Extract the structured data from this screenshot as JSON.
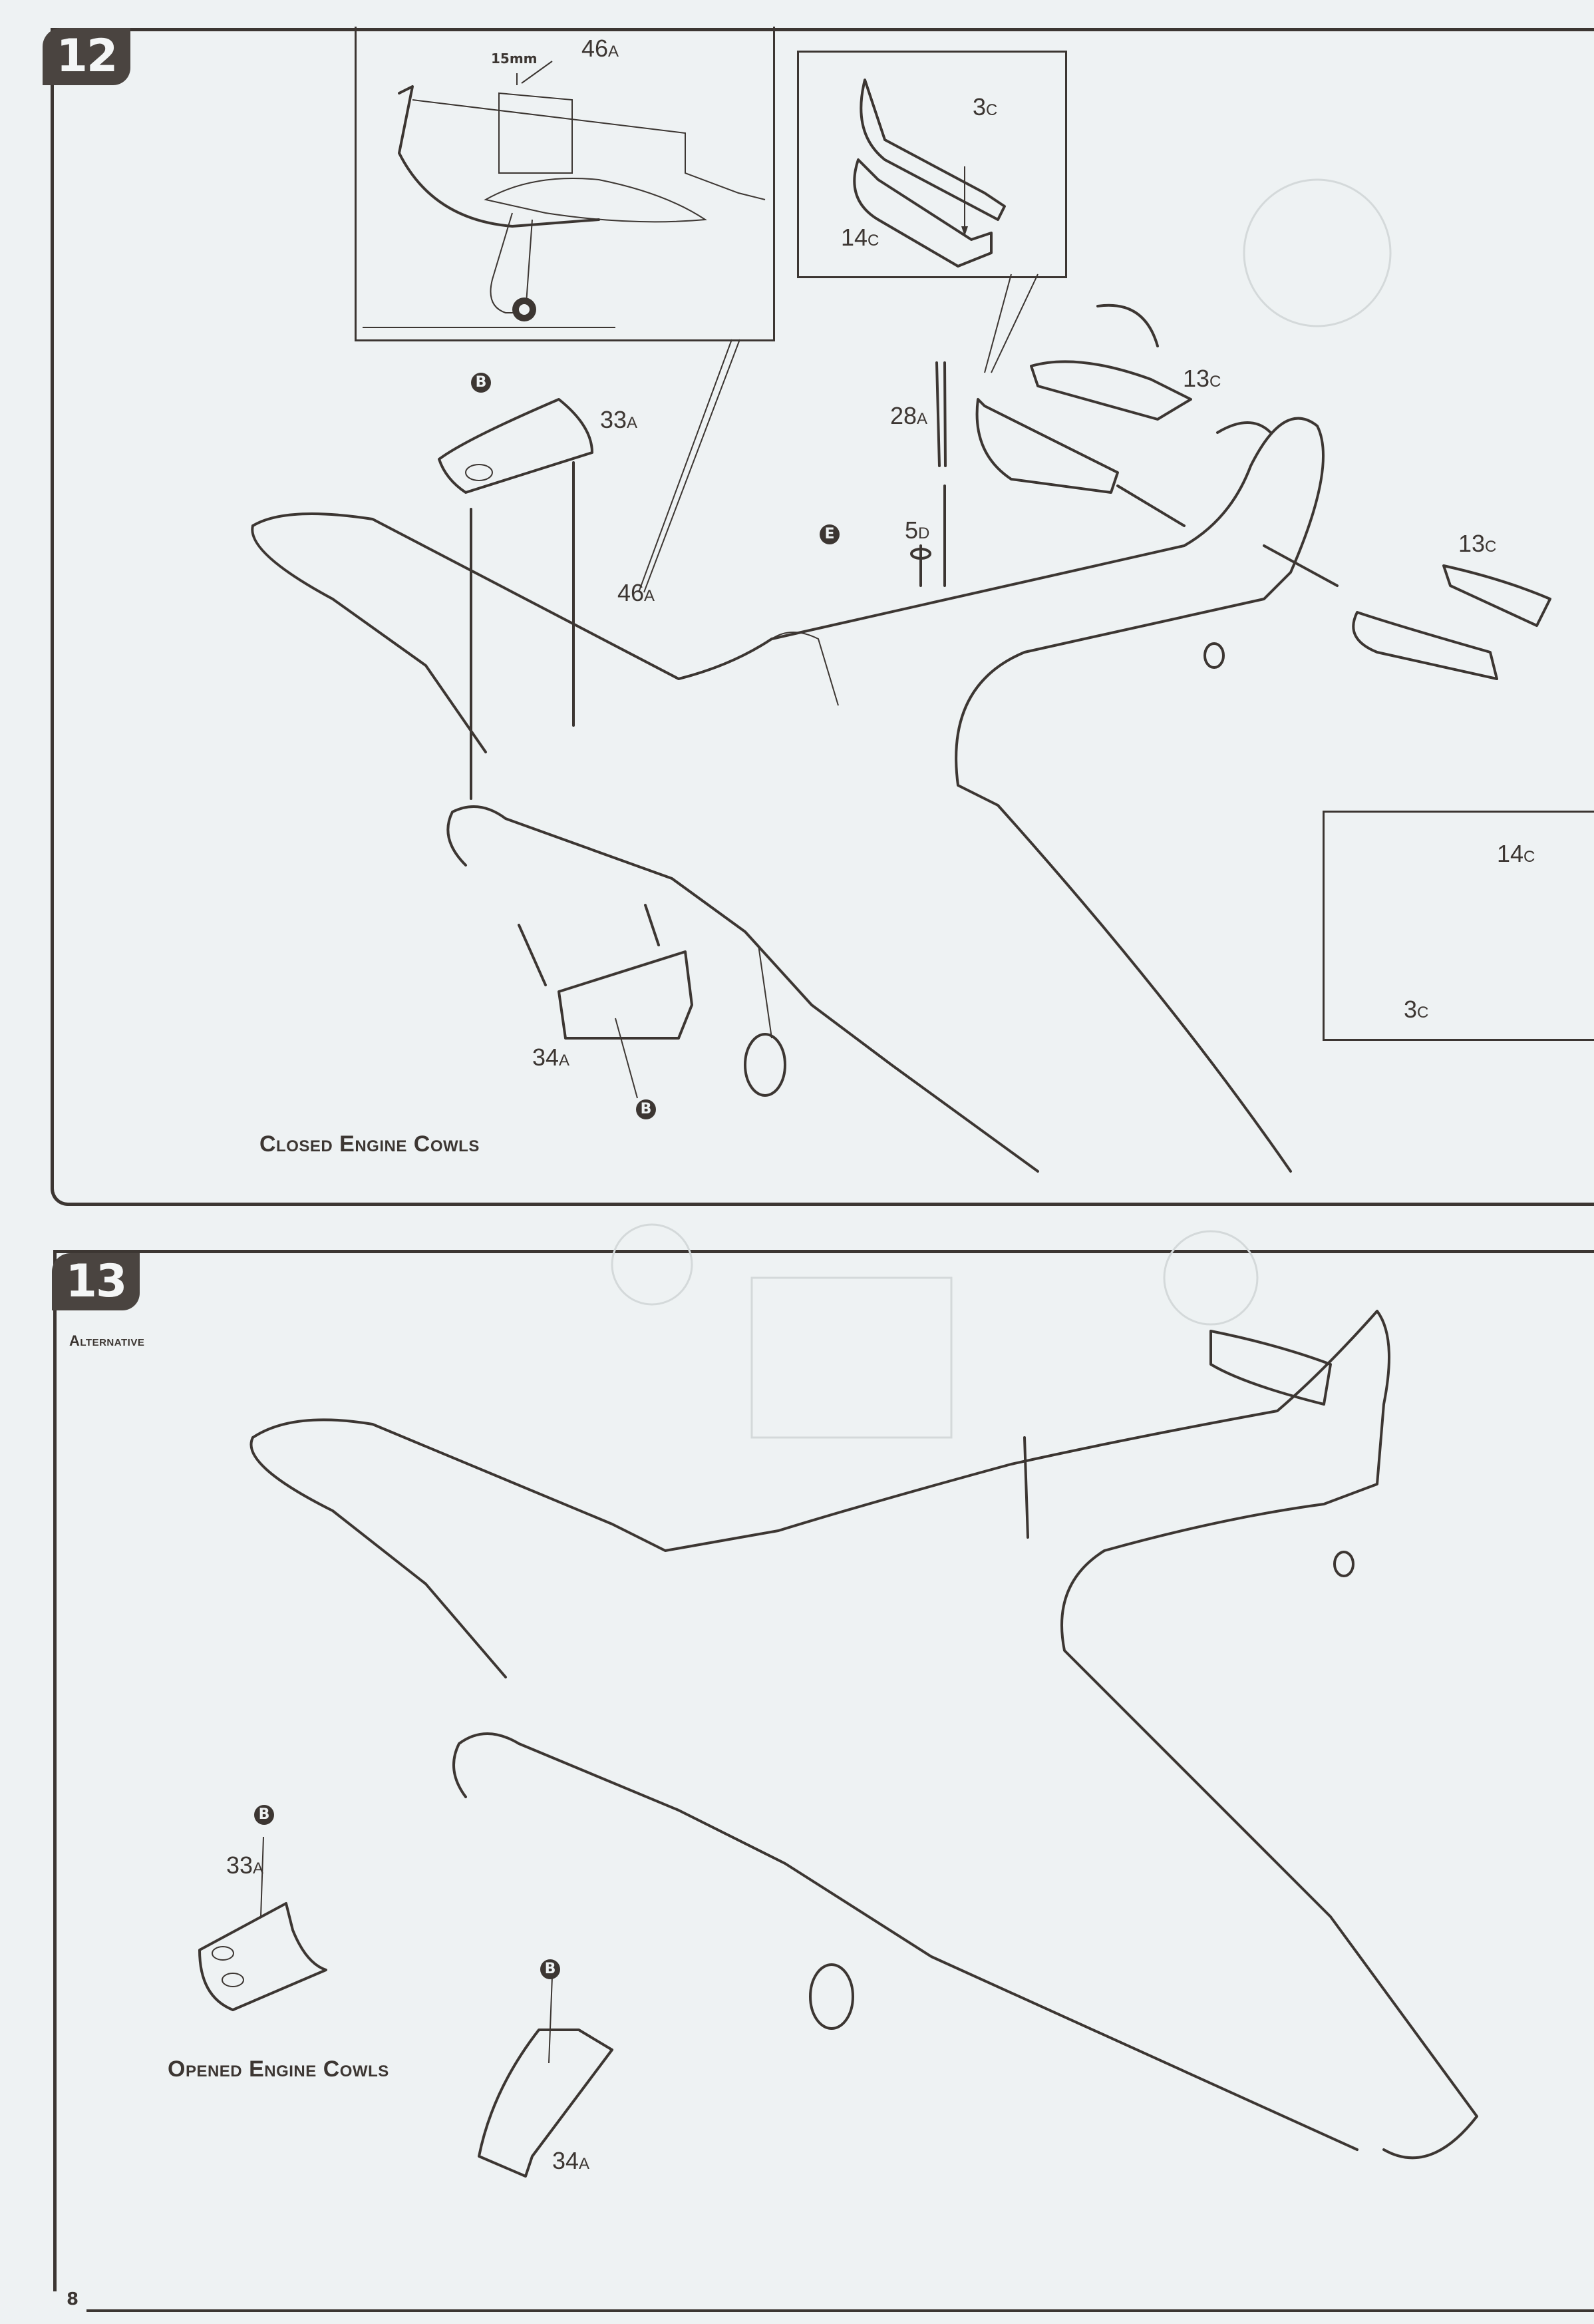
{
  "page": {
    "number": "8"
  },
  "step12": {
    "number": "12",
    "note": "Closed Engine Cowls",
    "closeup": {
      "measure": "15mm",
      "part": "46",
      "suffix": "A"
    },
    "parts": [
      {
        "id": "33",
        "suffix": "A"
      },
      {
        "id": "46",
        "suffix": "A"
      },
      {
        "id": "34",
        "suffix": "A"
      },
      {
        "id": "28",
        "suffix": "A"
      },
      {
        "id": "5",
        "suffix": "D"
      },
      {
        "id": "13",
        "suffix": "C"
      },
      {
        "id": "13",
        "suffix": "C"
      }
    ],
    "elevator_top": {
      "upper": {
        "id": "3",
        "suffix": "C"
      },
      "lower": {
        "id": "14",
        "suffix": "C"
      }
    },
    "elevator_low": {
      "upper": {
        "id": "14",
        "suffix": "C"
      },
      "lower": {
        "id": "3",
        "suffix": "C"
      }
    },
    "markers": {
      "cowl_top": "B",
      "cowl_bottom": "B",
      "aerial": "E"
    }
  },
  "step13": {
    "number": "13",
    "heading": "Alternative",
    "note": "Opened Engine Cowls",
    "parts": [
      {
        "id": "33",
        "suffix": "A"
      },
      {
        "id": "34",
        "suffix": "A"
      }
    ],
    "markers": {
      "cowl_top": "B",
      "cowl_bottom": "B"
    }
  },
  "colors": {
    "ink": "#3c3632",
    "paper": "#eef2f3"
  }
}
